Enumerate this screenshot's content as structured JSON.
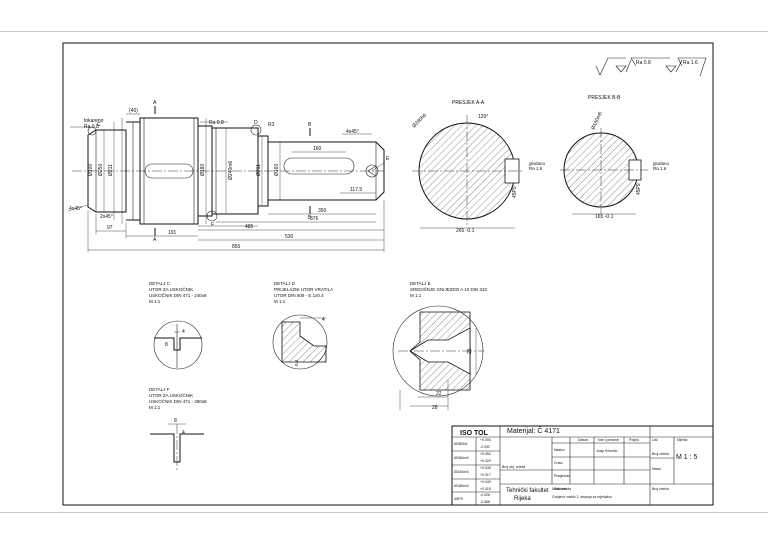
{
  "roughness": {
    "symbol_1": "Ra 0.8",
    "symbol_2": "Ra 1.6"
  },
  "main_view": {
    "dims": [
      "(40)",
      "Ra 0.8",
      "tokareno",
      "Ra 0.8",
      "4x45°",
      "4x45°",
      "2x45°",
      "Ø250",
      "Ø211",
      "Ø240m6",
      "Ø211",
      "Ø100",
      "Ø160",
      "Ø180",
      "97",
      "191",
      "117.5",
      "350",
      "376",
      "485",
      "530",
      "855",
      "160",
      "A",
      "A",
      "B",
      "B",
      "C",
      "D",
      "F",
      "E",
      "R3"
    ]
  },
  "section_a": {
    "title": "PRESJEK A-A",
    "dims": [
      "Ø280h6",
      "120°",
      "glodano Ra 1.6",
      "45P9",
      "265 -0.1"
    ]
  },
  "section_b": {
    "title": "PRESJEK B-B",
    "dims": [
      "Ø180m6",
      "glodano Ra 1.6",
      "45P9",
      "165 -0.1"
    ]
  },
  "detail_c": {
    "lines": [
      "DETALJ C",
      "UTOR ZA USKOČNIK",
      "USKOČNIK DIN 471 - 240x8",
      "M 1:1"
    ],
    "dims": [
      "4",
      "8"
    ]
  },
  "detail_d": {
    "lines": [
      "DETALJ D",
      "PRIJELAZNI UTOR VRATILA",
      "UTOR DIN 509 - E 1x0.4",
      "M 1:1"
    ],
    "dims": [
      "4",
      "0.4",
      "R1"
    ]
  },
  "detail_e": {
    "lines": [
      "DETALJ E",
      "SREDIŠNJE GNIJEZDO A 10 DIN 332",
      "M 1:1"
    ],
    "dims": [
      "25",
      "22",
      "28",
      "60°"
    ]
  },
  "detail_f": {
    "lines": [
      "DETALJ F",
      "UTOR ZA USKOČNIK",
      "USKOČNIK DIN 471 - 280x8",
      "M 1:1"
    ],
    "dims": [
      "8",
      "4"
    ]
  },
  "title_block": {
    "iso_tol": "ISO TOL",
    "material": "Materijal: Č 4171",
    "tol_rows": [
      {
        "fit": "Ø280h6",
        "up": "+0.000",
        "low": "-0.032"
      },
      {
        "fit": "Ø280m6",
        "up": "+0.052",
        "low": "+0.020"
      },
      {
        "fit": "Ø240m6",
        "up": "+0.046",
        "low": "+0.017"
      },
      {
        "fit": "Ø180m6",
        "up": "+0.040",
        "low": "+0.015"
      },
      {
        "fit": "45P9",
        "up": "-0.026",
        "low": "-0.088"
      }
    ],
    "headers": [
      "Datum",
      "Ime i prezime",
      "Potpis",
      "Mjerilo:"
    ],
    "row_labels": [
      "Naslov",
      "Crtao",
      "Pregledao",
      "Odobrio"
    ],
    "author": "Josip Krivošić",
    "scale": "M 1 : 5",
    "school_1": "Tehnički fakultet",
    "school_2": "Rijeka",
    "title_label": "Naziv crteža",
    "title_value": "Gonjeno vratilo 2. stupnja za mješalicu",
    "drawing_no": "Broj crteža",
    "mass": "Masa",
    "doc_label": "Broj obj. crteža",
    "sheet": "List"
  }
}
